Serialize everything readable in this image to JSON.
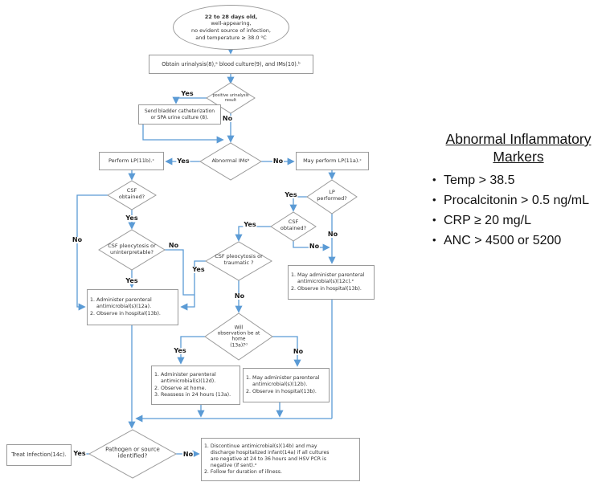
{
  "labels": {
    "yes": "Yes",
    "no": "No"
  },
  "bullet_char": "•",
  "colors": {
    "connector": "#5B9BD5",
    "shape_border": "#9a9a9a",
    "text": "#333333"
  },
  "nodes": {
    "start": {
      "line1": "22 to 28 days old,",
      "rest": "well-appearing,\nno evident source of infection,\nand temperature ≥ 38.0 ⁰C"
    },
    "obtain": "Obtain urinalysis(8),ᵃ blood culture(9), and IMs(10).ᵇ",
    "positive_ua": "positive urinalysis\nresult",
    "bladder": "Send bladder catheterization\nor SPA urine culture (8).",
    "abnormal_ims": "Abnormal IMsᵇ",
    "perform_lp": "Perform LP(11b).ᶜ",
    "may_perform_lp": "May perform LP(11a).ᶜ",
    "csf_obtained_left": "CSF\nobtained?",
    "lp_performed": "LP\nperformed?",
    "csf_obtained_mid": "CSF\nobtained?",
    "pleocytosis_uninterpretable": "CSF pleocytosis or\nuninterpretable?",
    "pleocytosis_traumatic": "CSF pleocytosis or\ntraumatic ?",
    "admin_12a": "1. Administer parenteral\n    antimicrobial(s)(12a).\n2. Observe in hospital(13b).",
    "admin_12c": "1. May administer parenteral\n    antimicrobial(s)(12c).ᵉ\n2. Observe in hospital(13b).",
    "will_home": "Will\nobservation be at\nhome\n(13a)?ᵈ",
    "admin_12d": "1. Administer parenteral\n    antimicrobial(s)(12d).\n2. Observe at home.\n3. Reassess in 24 hours (13a).",
    "admin_12b": "1. May administer parenteral\n    antimicrobial(s)(12b).\n2. Observe in hospital(13b).",
    "pathogen": "Pathogen or source\nidentified?",
    "treat": "Treat Infection(14c).",
    "discontinue": "1. Discontinue antimicrobial(s)(14b) and may\n    discharge hospitalized infant(14a) if all cultures\n    are negative at 24 to 36 hours and HSV PCR is\n    negative (if sent).ᵉ\n2. Follow for duration of illness."
  },
  "panel": {
    "title": "Abnormal Inflammatory Markers",
    "bullets": [
      "Temp > 38.5",
      "Procalcitonin > 0.5 ng/mL",
      "CRP ≥ 20 mg/L",
      "ANC > 4500 or 5200"
    ]
  }
}
